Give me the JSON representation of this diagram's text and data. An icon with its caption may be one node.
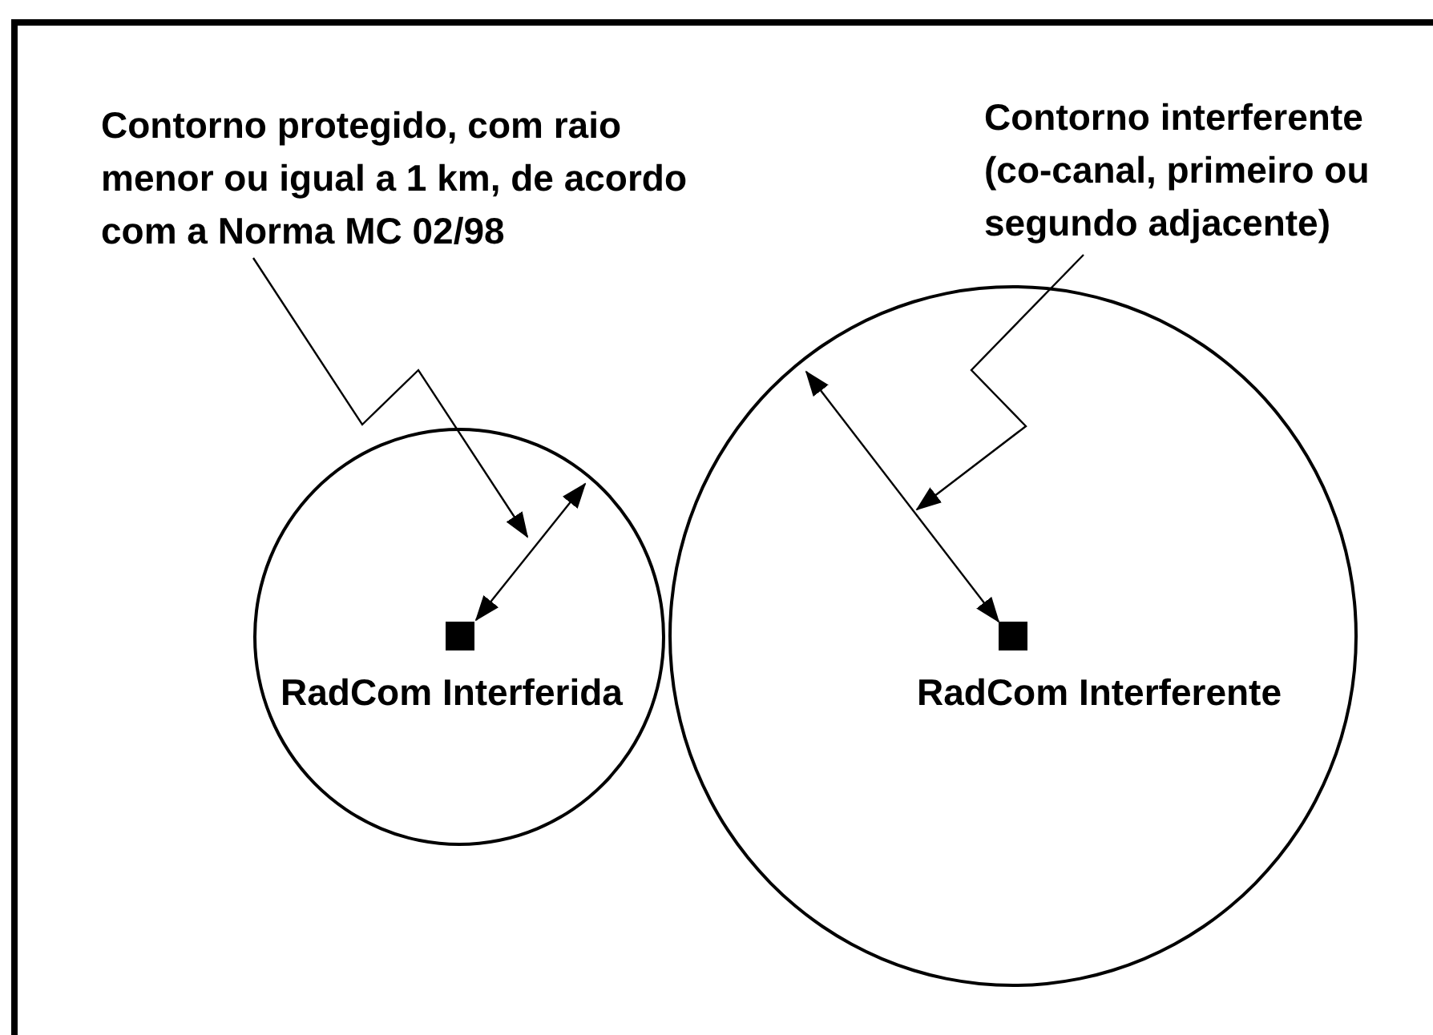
{
  "diagram": {
    "nodes": [
      {
        "text": [
          "Contorno protegido, com raio menor ou igual a 1 km, de acordo com a Norma MC 02/98"
        ]
      },
      {
        "text": [
          "Contorno interferente (co-canal, primeiro ou segundo adjacente)"
        ]
      },
      {
        "text": [
          "RadCom Interferida"
        ]
      },
      {
        "text": [
          "RadCom Interferente"
        ]
      }
    ],
    "edges": [
      {
        "from": 0,
        "to": 2,
        "arrow": "to"
      },
      {
        "from": 1,
        "to": 3,
        "arrow": "to"
      }
    ]
  }
}
